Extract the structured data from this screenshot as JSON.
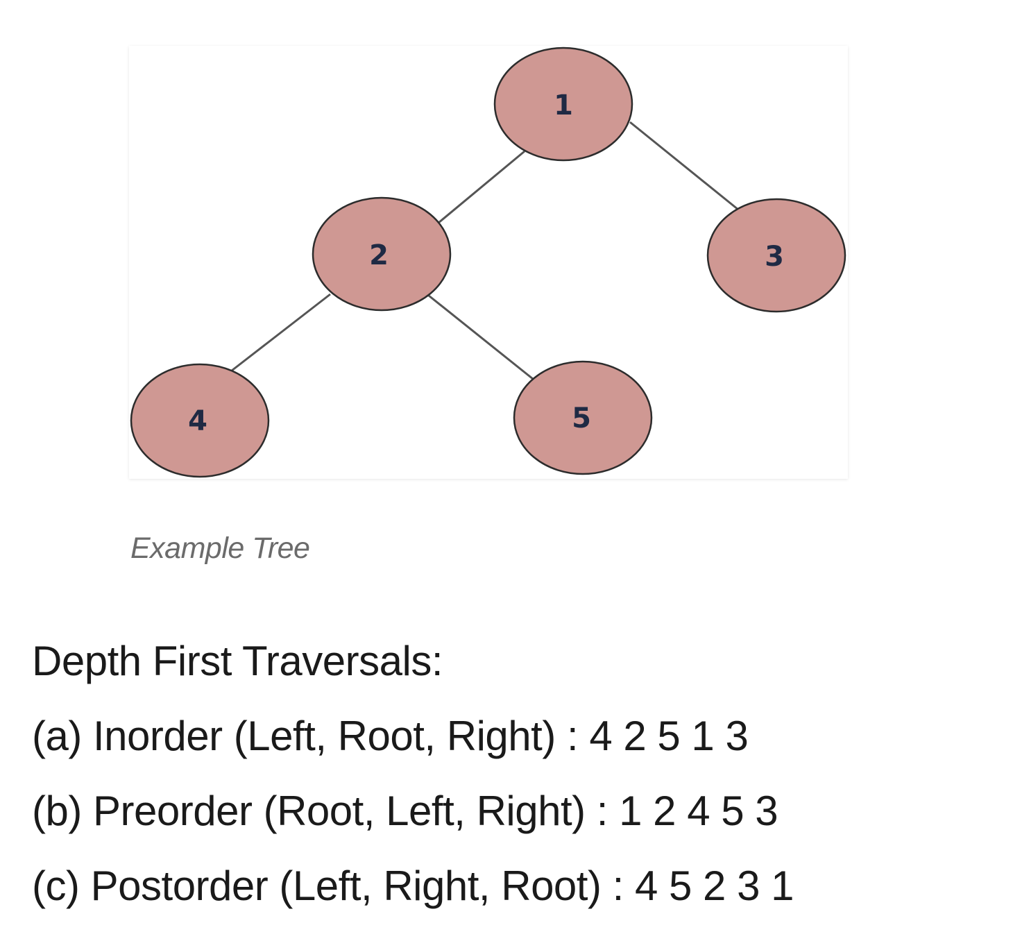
{
  "figure": {
    "caption": "Example Tree",
    "tree": {
      "nodes": [
        {
          "id": "1",
          "label": "1"
        },
        {
          "id": "2",
          "label": "2"
        },
        {
          "id": "3",
          "label": "3"
        },
        {
          "id": "4",
          "label": "4"
        },
        {
          "id": "5",
          "label": "5"
        }
      ],
      "edges": [
        {
          "from": "1",
          "to": "2"
        },
        {
          "from": "1",
          "to": "3"
        },
        {
          "from": "2",
          "to": "4"
        },
        {
          "from": "2",
          "to": "5"
        }
      ]
    },
    "colors": {
      "node_fill": "#cf9893",
      "node_stroke": "#2c2c2c",
      "edge": "#555555",
      "label": "#1f2a44"
    }
  },
  "traversals": {
    "heading": "Depth First Traversals:",
    "items": [
      {
        "text": "(a) Inorder (Left, Root, Right) : 4 2 5 1 3"
      },
      {
        "text": "(b) Preorder (Root, Left, Right) : 1 2 4 5 3"
      },
      {
        "text": "(c) Postorder (Left, Right, Root) : 4 5 2 3 1"
      }
    ]
  }
}
